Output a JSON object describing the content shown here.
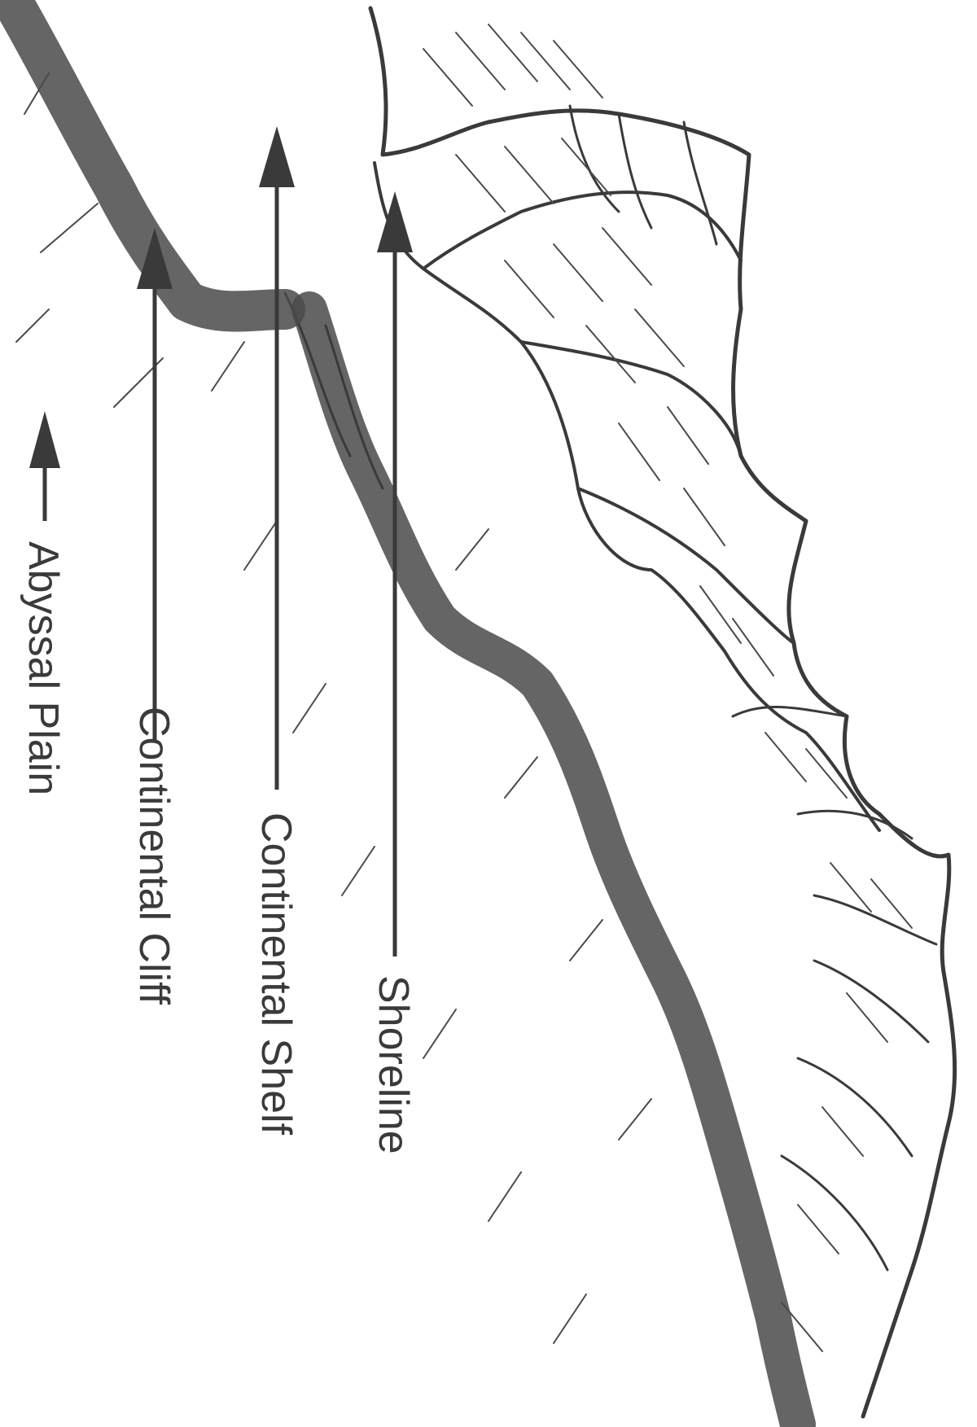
{
  "labels": {
    "shoreline": "Shoreline",
    "continental_shelf": "Continental Shelf",
    "continental_cliff": "Continental Cliff",
    "abyssal_plain": "Abyssal Plain"
  },
  "colors": {
    "ink": "#3a3a3a",
    "background": "#ffffff"
  }
}
